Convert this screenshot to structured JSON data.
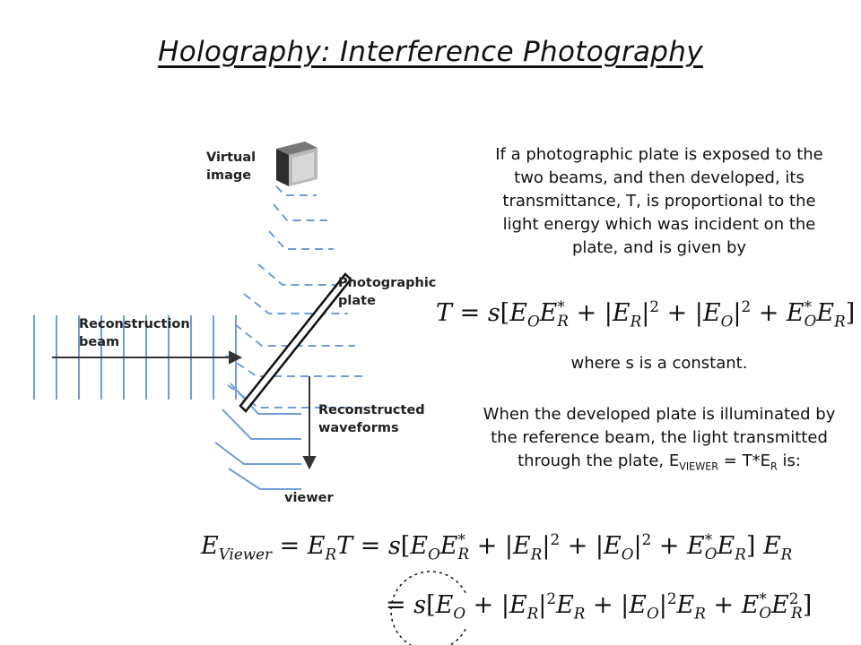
{
  "title": "Holography: Interference Photography",
  "diagram": {
    "virtual_image": [
      "Virtual",
      "image"
    ],
    "photographic_plate": [
      "Photographic",
      "plate"
    ],
    "reconstruction_beam": [
      "Reconstruction",
      "beam"
    ],
    "reconstructed_waveforms": [
      "Reconstructed",
      "waveforms"
    ],
    "viewer": "viewer"
  },
  "text": {
    "intro": "If a photographic plate is exposed to the two beams, and then developed, its transmittance, T, is proportional to the light energy which was incident on the plate, and is given by",
    "constant_note": "where s is a constant.",
    "illumination": "When the developed plate is illuminated by the reference beam, the light transmitted through the plate, ",
    "e_viewer_symbol": "E",
    "e_viewer_sub": "VIEWER",
    "eq_middle": " = T*E",
    "e_r_sub": "R",
    "tail": " is:"
  },
  "equations": {
    "transmittance": "T = s[E_O E_R* + |E_R|^2 + |E_O|^2 + E_O* E_R]",
    "viewer_line1": "E_Viewer = E_R T = s[E_O E_R* + |E_R|^2 + |E_O|^2 + E_O* E_R] E_R",
    "viewer_line2": "= s[E_O + |E_R|^2 E_R + |E_O|^2 E_R + E_O* E_R^2]"
  },
  "colors": {
    "wave_line": "#6f9ed6",
    "arrow": "#333333",
    "plate_fill": "#ffffff",
    "plate_stroke": "#111111"
  }
}
